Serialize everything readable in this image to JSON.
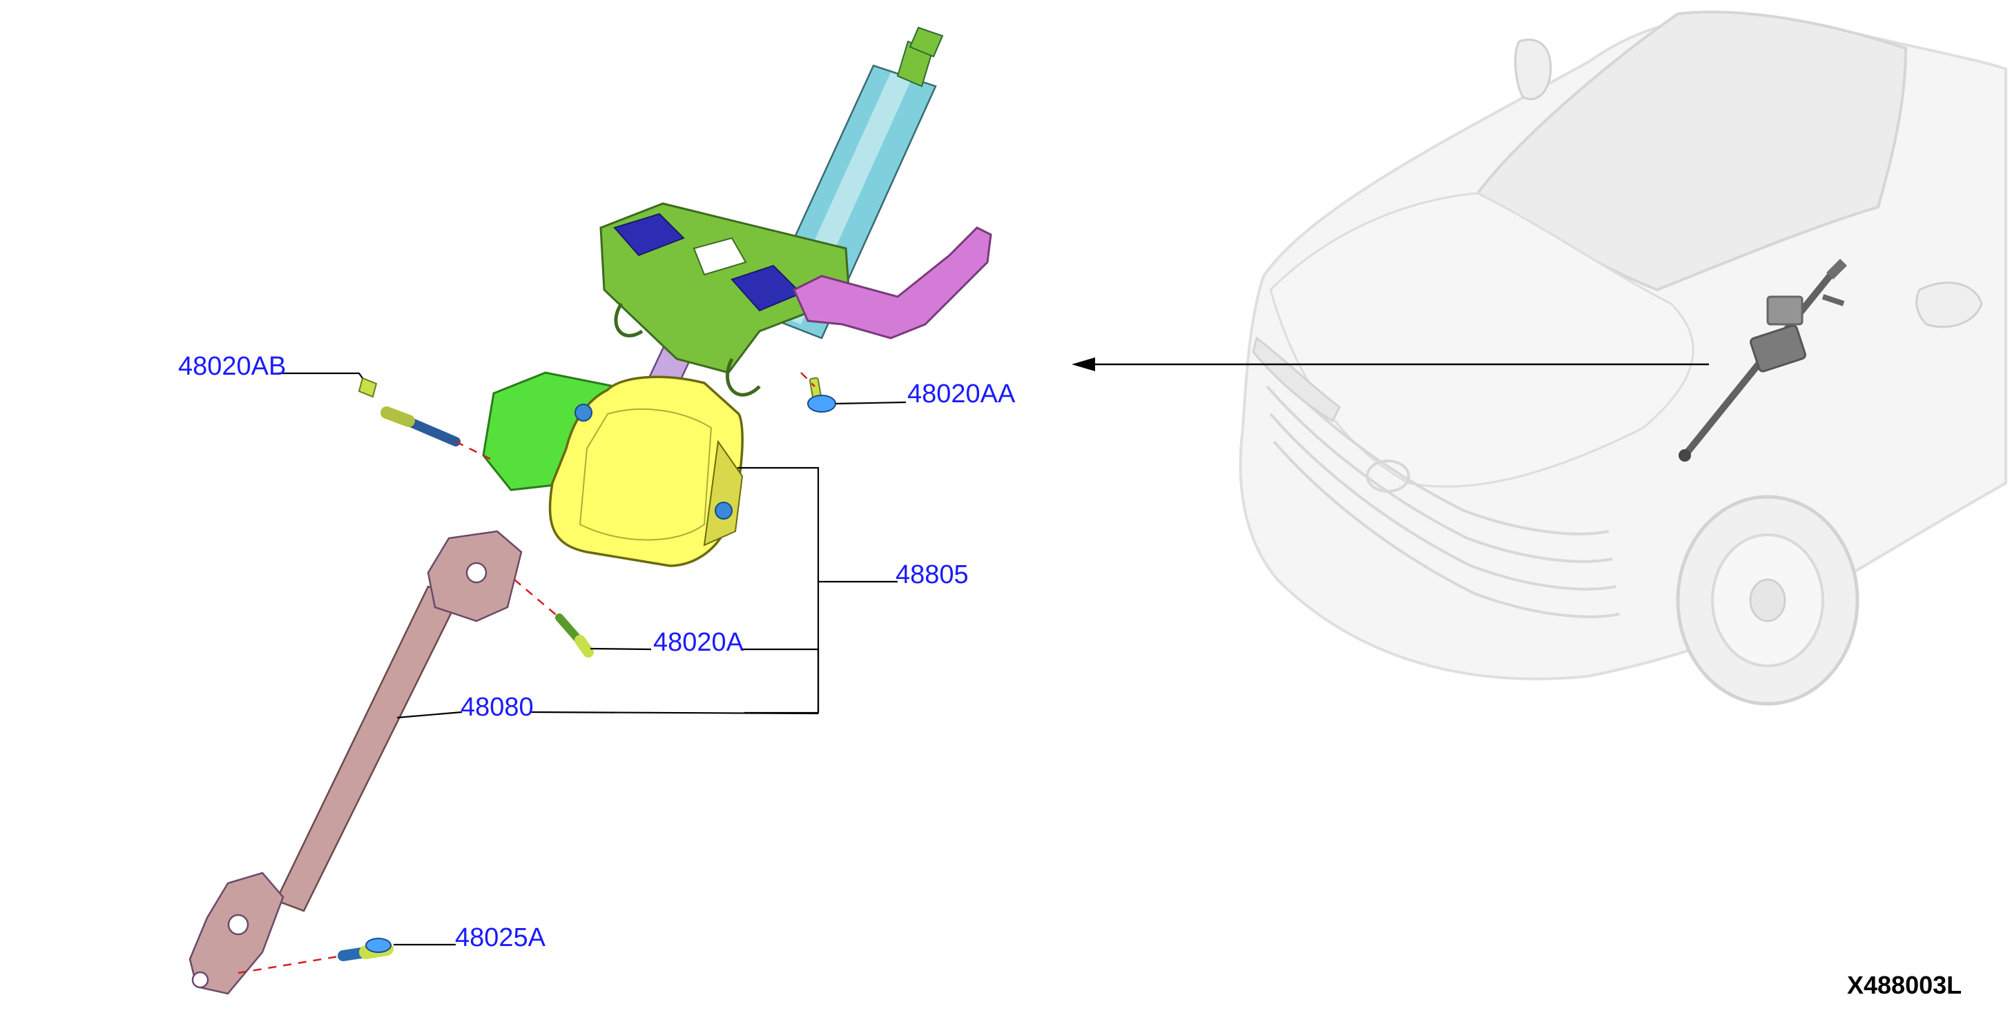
{
  "diagram": {
    "id_code": "X488003L",
    "colors": {
      "callout_text": "#1a1aff",
      "leader_line": "#000000",
      "dash_line": "#d02020",
      "column_tube": "#7fd0dc",
      "column_shaft": "#c8a8e0",
      "bracket": "#7ac23c",
      "mount_pad": "#2d2db4",
      "motor_housing": "#ffff6a",
      "bracket_lower": "#56e03c",
      "lever": "#d47bd8",
      "intermediate_shaft": "#c8a0a0",
      "bolt_body": "#4aa3ff",
      "bolt_head": "#c8e04a",
      "car_ghost": "#d8d8d8"
    },
    "parts": [
      {
        "id": "48020AB",
        "label": "48020AB"
      },
      {
        "id": "48020AA",
        "label": "48020AA"
      },
      {
        "id": "48805",
        "label": "48805"
      },
      {
        "id": "48020A",
        "label": "48020A"
      },
      {
        "id": "48080",
        "label": "48080"
      },
      {
        "id": "48025A",
        "label": "48025A"
      }
    ]
  }
}
